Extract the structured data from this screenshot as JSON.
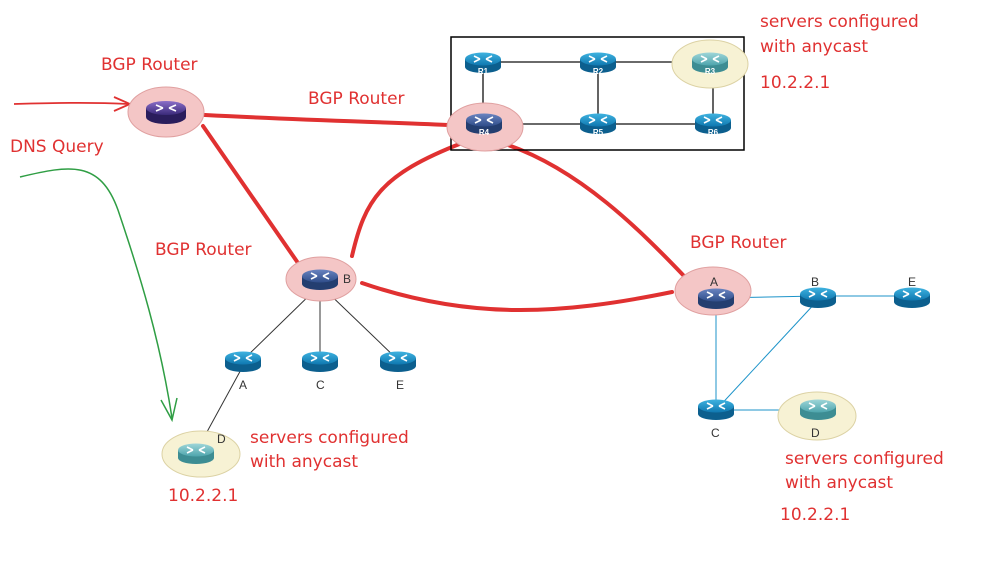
{
  "colors": {
    "annotation": "#e03131",
    "bgp_link": "#e03131",
    "bgp_halo": "#f4c6c6",
    "server_halo": "#f7f2d4",
    "router_body": "#1c93c9",
    "router_dark": "#3d5f9e",
    "dns_arrow": "#2f9e44"
  },
  "labels": {
    "bgp_router_top_left": "BGP Router",
    "bgp_router_link": "BGP Router",
    "bgp_router_mid": "BGP Router",
    "bgp_router_right": "BGP Router",
    "dns_query": "DNS Query"
  },
  "annotations": {
    "top_right": {
      "line1": "servers configured",
      "line2": "with anycast",
      "ip": "10.2.2.1"
    },
    "bottom_left": {
      "line1": "servers configured",
      "line2": "with anycast",
      "ip": "10.2.2.1"
    },
    "bottom_right": {
      "line1": "servers configured",
      "line2": "with anycast",
      "ip": "10.2.2.1"
    }
  },
  "networks": {
    "box": {
      "routers": [
        "R1",
        "R2",
        "R3",
        "R4",
        "R5",
        "R6"
      ]
    },
    "left": {
      "hub": "B",
      "routers": [
        "A",
        "C",
        "E",
        "D"
      ]
    },
    "right": {
      "hub": "A",
      "routers": [
        "B",
        "E",
        "C",
        "D"
      ]
    }
  },
  "icons": [
    "router-icon",
    "arrow-icon"
  ]
}
